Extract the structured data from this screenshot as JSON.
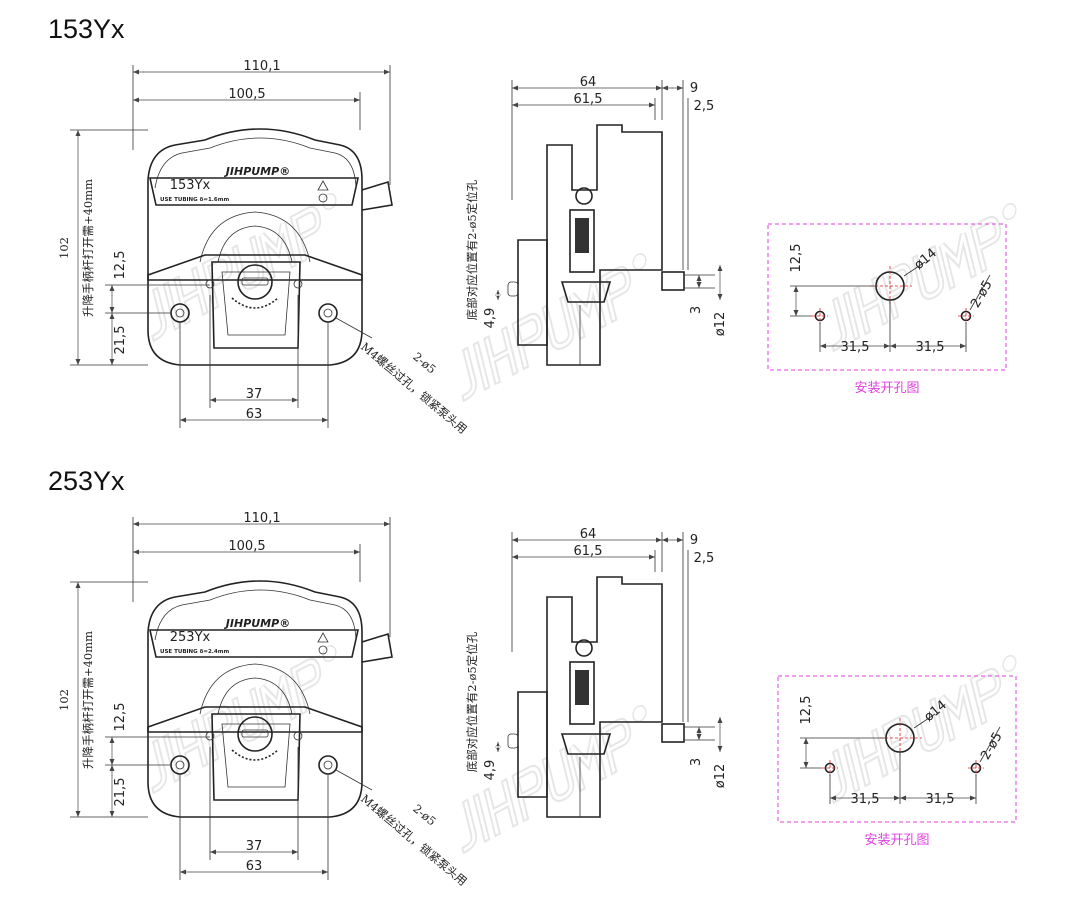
{
  "watermark": "JIHPUMP®",
  "colors": {
    "line": "#222222",
    "hole_frame": "#e040e0",
    "center_mark": "#e02020"
  },
  "models": [
    {
      "title": "153Yx",
      "label_plate": "153Yx",
      "tubing": "USE TUBING δ=1.6mm"
    },
    {
      "title": "253Yx",
      "label_plate": "253Yx",
      "tubing": "USE TUBING δ=2.4mm"
    }
  ],
  "front_view": {
    "brand": "JIHPUMP®",
    "dim_width_overall": "110,1",
    "dim_width_body": "100,5",
    "dim_height": "102",
    "handle_note": "升降手柄杆打开需+40mm",
    "dim_12_5": "12,5",
    "dim_21_5": "21,5",
    "dim_37": "37",
    "dim_63": "63",
    "hole_label": "2-ø5",
    "hole_note": "M4螺丝过孔，锁紧泵头用"
  },
  "side_view": {
    "dim_64": "64",
    "dim_61_5": "61,5",
    "dim_9": "9",
    "dim_2_5": "2,5",
    "dim_4_9": "4,9",
    "dim_3": "3",
    "dim_d12": "ø12",
    "bottom_note": "底部对应位置有2-ø5定位孔"
  },
  "mounting_holes": {
    "dim_12_5": "12,5",
    "dim_d14": "ø14",
    "dim_2_d5": "2-ø5",
    "dim_31_5_left": "31,5",
    "dim_31_5_right": "31,5",
    "caption": "安装开孔图"
  }
}
